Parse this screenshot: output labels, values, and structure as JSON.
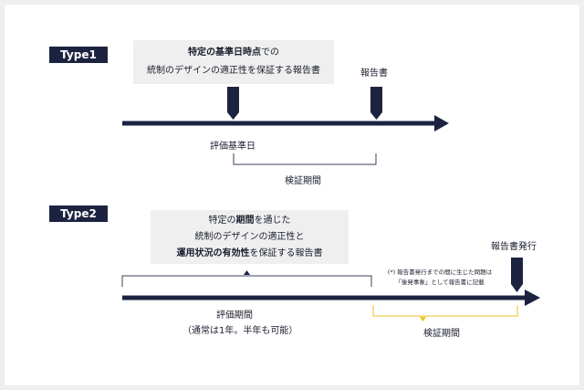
{
  "type1": {
    "badge": "Type1",
    "note_line1_bold": "特定の基準日時点",
    "note_line1_rest": "での",
    "note_line2": "統制のデザインの適正性を保証する報告書",
    "report_label": "報告書",
    "eval_date_label": "評価基準日",
    "verify_label": "検証期間"
  },
  "type2": {
    "badge": "Type2",
    "note_line1_pre": "特定の",
    "note_line1_bold": "期間",
    "note_line1_post": "を通じた",
    "note_line2": "統制のデザインの適正性と",
    "note_line3_bold": "運用状況の有効性",
    "note_line3_rest": "を保証する報告書",
    "report_issue_label": "報告書発行",
    "small_note_line1": "(*) 報告書発行までの間に生じた問題は",
    "small_note_line2": "「後発事象」として報告書に記載",
    "eval_period_label": "評価期間",
    "eval_period_sub": "（通常は1年。半年も可能）",
    "verify_label": "検証期間"
  },
  "colors": {
    "navy": "#1c2340",
    "bracket": "#3a4155",
    "accent": "#f0c020"
  }
}
